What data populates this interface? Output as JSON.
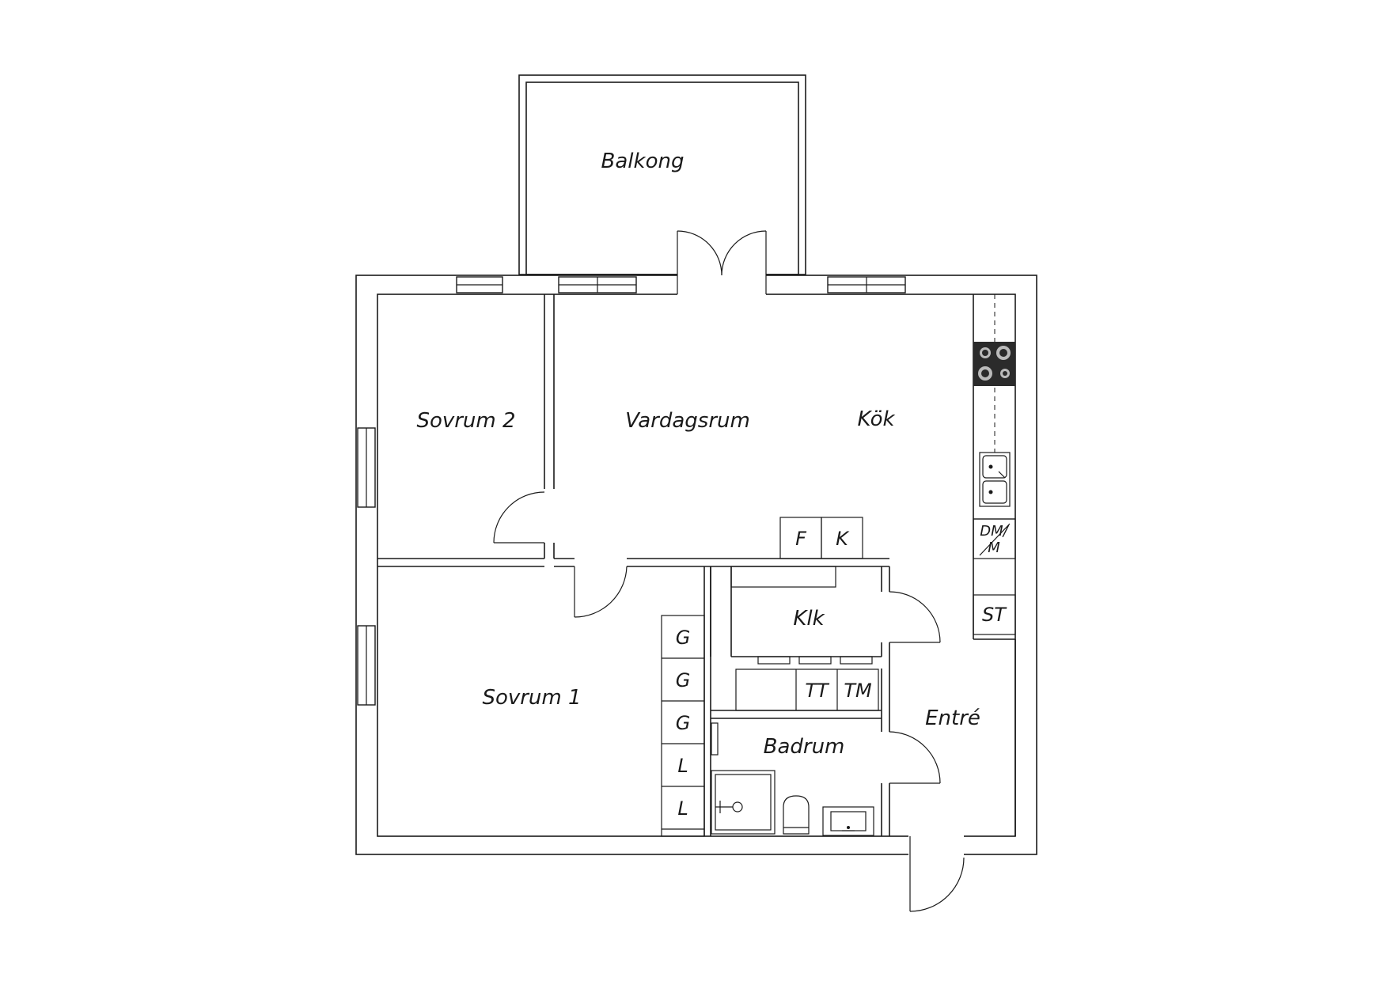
{
  "rooms": {
    "balkong": "Balkong",
    "sovrum2": "Sovrum 2",
    "vardagsrum": "Vardagsrum",
    "kok": "Kök",
    "sovrum1": "Sovrum 1",
    "klk": "Klk",
    "badrum": "Badrum",
    "entre": "Entré"
  },
  "fixtures": {
    "f": "F",
    "k": "K",
    "dm_top": "DM/",
    "dm_bottom": "M",
    "st": "ST",
    "tt": "TT",
    "tm": "TM",
    "wardrobes": [
      "G",
      "G",
      "G",
      "L",
      "L"
    ]
  }
}
